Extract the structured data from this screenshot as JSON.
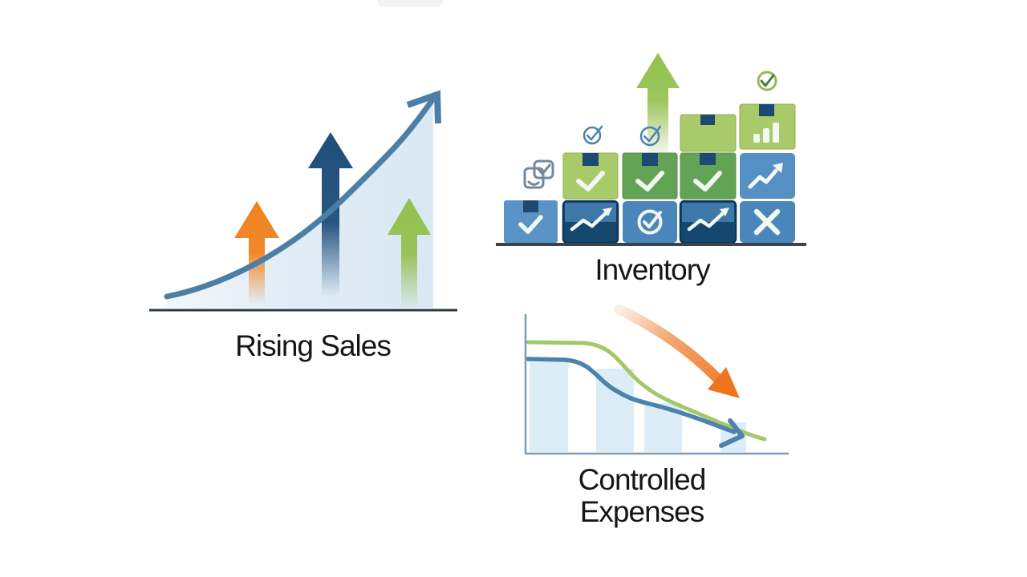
{
  "panels": {
    "rising_sales": {
      "label": "Rising Sales",
      "trend": "increasing",
      "visual": "exponential growth curve with arrowhead over a light-blue shaded area, three upward arrows above a baseline",
      "arrows": [
        "orange-up-arrow",
        "navy-up-arrow",
        "green-up-arrow"
      ]
    },
    "inventory": {
      "label": "Inventory",
      "trend": "stack heights increase left to right",
      "visual": "five stacks of parcel boxes on a ground line, green up arrow rising behind the middle stack",
      "columns": [
        {
          "stack": [
            "blue-box-check"
          ],
          "above": "clipboard-check-icon"
        },
        {
          "stack": [
            "navy-box-trend-line",
            "light-green-box-check"
          ],
          "above": "blue-circled-check-icon"
        },
        {
          "stack": [
            "blue-box-circled-check",
            "dark-green-box-check"
          ],
          "above": "blue-circled-check-icon",
          "behind": "green-up-arrow"
        },
        {
          "stack": [
            "navy-box-trend-line",
            "green-box-check",
            "light-green-box-plain"
          ]
        },
        {
          "stack": [
            "blue-box-x",
            "blue-box-trend-arrow",
            "light-green-box-bar-chart"
          ],
          "above": "green-circled-check-icon"
        }
      ]
    },
    "controlled_expenses": {
      "label": "Controlled Expenses",
      "trend": "decreasing",
      "visual": "axes with declining green and blue lines (blue ends in arrowhead), light-blue bars beneath, large orange arrow swooping down"
    }
  },
  "colors": {
    "text": "#161616",
    "orange": "#f0821f",
    "navy_arrow": "#1f4d7a",
    "green_arrow": "#93c04f",
    "curve": "#4b7fa6",
    "area": "#d9e8f3",
    "baseline": "#2c3a46",
    "ground": "#3a444d",
    "box_blue": "#5590c4",
    "box_blue_med": "#4a86ba",
    "box_blue_light": "#5a93c6",
    "box_navy": "#16486f",
    "box_navy_band": "#3d78a8",
    "box_green_light": "#a9ca69",
    "box_green_dark": "#63a356",
    "tape": "#1d4a70",
    "icon_white": "#f2f8f2",
    "icon_gray": "#74889c",
    "circle_blue": "#4d82ac",
    "circle_green": "#93bb57",
    "check_green_dark": "#4a7d42",
    "exp_line_green": "#a3c76b",
    "exp_line_blue": "#4d82ac",
    "exp_stripe": "#d9ebf7",
    "exp_axis": "#7b9cb1",
    "exp_orange": "#ee7420"
  }
}
